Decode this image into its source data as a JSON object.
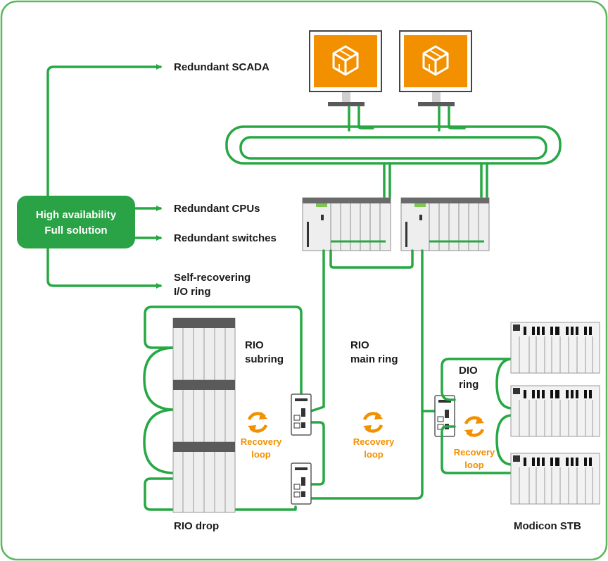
{
  "colors": {
    "frame": "#5cb85c",
    "cable": "#27a844",
    "accent": "#f39000",
    "hub": "#2aa246"
  },
  "hub": {
    "line1": "High availability",
    "line2": "Full solution"
  },
  "labels": {
    "redundant_scada": "Redundant SCADA",
    "redundant_cpus": "Redundant CPUs",
    "redundant_switches": "Redundant switches",
    "self_recovering_1": "Self-recovering",
    "self_recovering_2": "I/O ring",
    "rio_subring_1": "RIO",
    "rio_subring_2": "subring",
    "rio_main_1": "RIO",
    "rio_main_2": "main ring",
    "dio_1": "DIO",
    "dio_2": "ring",
    "rio_drop": "RIO drop",
    "modicon_stb": "Modicon STB",
    "recovery_1": "Recovery",
    "recovery_2": "loop"
  },
  "icons": {
    "recovery": "recovery-loop-icon",
    "scada_logo": "cube-logo-icon"
  }
}
